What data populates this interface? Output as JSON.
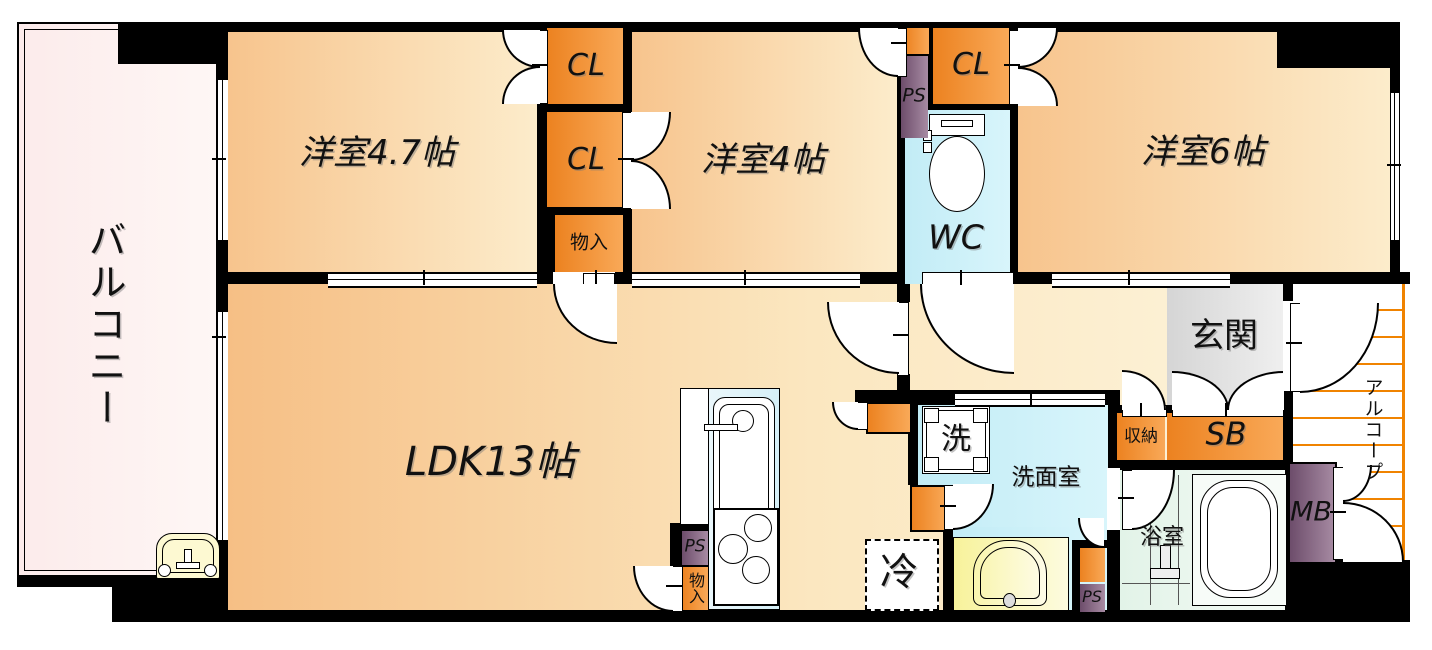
{
  "rooms": {
    "balcony": {
      "label": "バルコニー"
    },
    "room47": {
      "label": "洋室4.7帖"
    },
    "room4": {
      "label": "洋室4帖"
    },
    "room6": {
      "label": "洋室6帖"
    },
    "ldk": {
      "label": "LDK13帖"
    },
    "wc": {
      "label": "WC"
    },
    "washroom": {
      "label": "洗面室"
    },
    "bathroom": {
      "label": "浴室"
    },
    "entrance": {
      "label": "玄関"
    },
    "alcove": {
      "label": "アルコープ"
    }
  },
  "storage": {
    "closet_top": {
      "label": "CL"
    },
    "closet_mid": {
      "label": "CL"
    },
    "closet_right": {
      "label": "CL"
    },
    "storage_mid": {
      "label": "物入"
    },
    "storage_kitchen": {
      "label": "物入"
    },
    "shoes_storage": {
      "label": "収納"
    },
    "shoe_box": {
      "label": "SB"
    },
    "meter_box": {
      "label": "MB"
    },
    "pipe_space_top": {
      "label": "PS"
    },
    "pipe_space_kitchen": {
      "label": "PS"
    },
    "pipe_space_wash": {
      "label": "PS"
    }
  },
  "appliances": {
    "washer": {
      "label": "洗"
    },
    "fridge": {
      "label": "冷"
    }
  },
  "colors": {
    "wall": "#000000",
    "room_orange_dark": "#f6bf85",
    "room_orange_light": "#fdf3da",
    "closet_orange_dark": "#ec8220",
    "closet_orange_light": "#f9a958",
    "pipe_purple_dark": "#6d4d6b",
    "pipe_purple_light": "#a78ba3",
    "water_blue": "#c9f0f8",
    "bath_green": "#e9f6ee",
    "entrance_gray": "#d8d8d8",
    "balcony_pink": "#fdeeee",
    "hatch_orange": "#f08300",
    "basin_yellow": "#f7f29b"
  }
}
